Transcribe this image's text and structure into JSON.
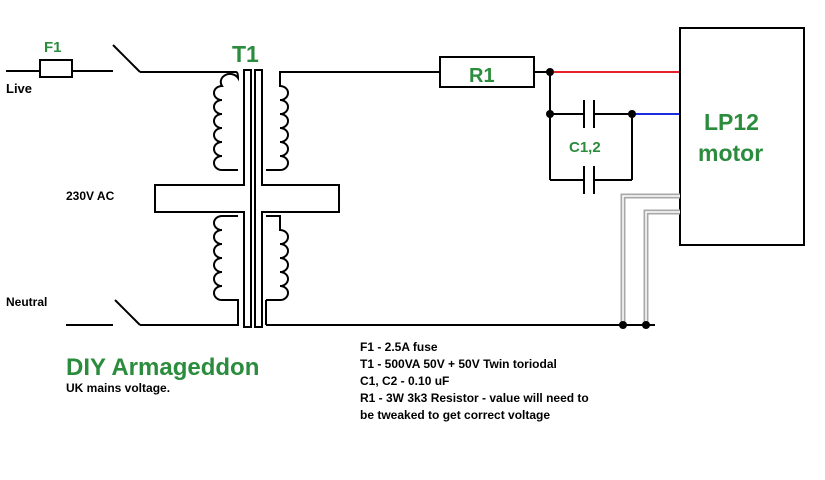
{
  "labels": {
    "fuse": "F1",
    "live": "Live",
    "neutral": "Neutral",
    "supply": "230V AC",
    "transformer": "T1",
    "resistor": "R1",
    "capacitors": "C1,2",
    "motor_line1": "LP12",
    "motor_line2": "motor"
  },
  "title": "DIY Armageddon",
  "subtitle": "UK mains voltage.",
  "notes": [
    "F1 - 2.5A fuse",
    "T1 - 500VA 50V + 50V Twin toriodal",
    "C1, C2 - 0.10 uF",
    "R1 - 3W 3k3 Resistor - value will need to",
    "be tweaked to get correct voltage"
  ],
  "colors": {
    "label_green": "#2a8c3c",
    "red_wire": "#e8202a",
    "blue_wire": "#1a2ee0",
    "grey_wire": "#a8a8a8"
  }
}
